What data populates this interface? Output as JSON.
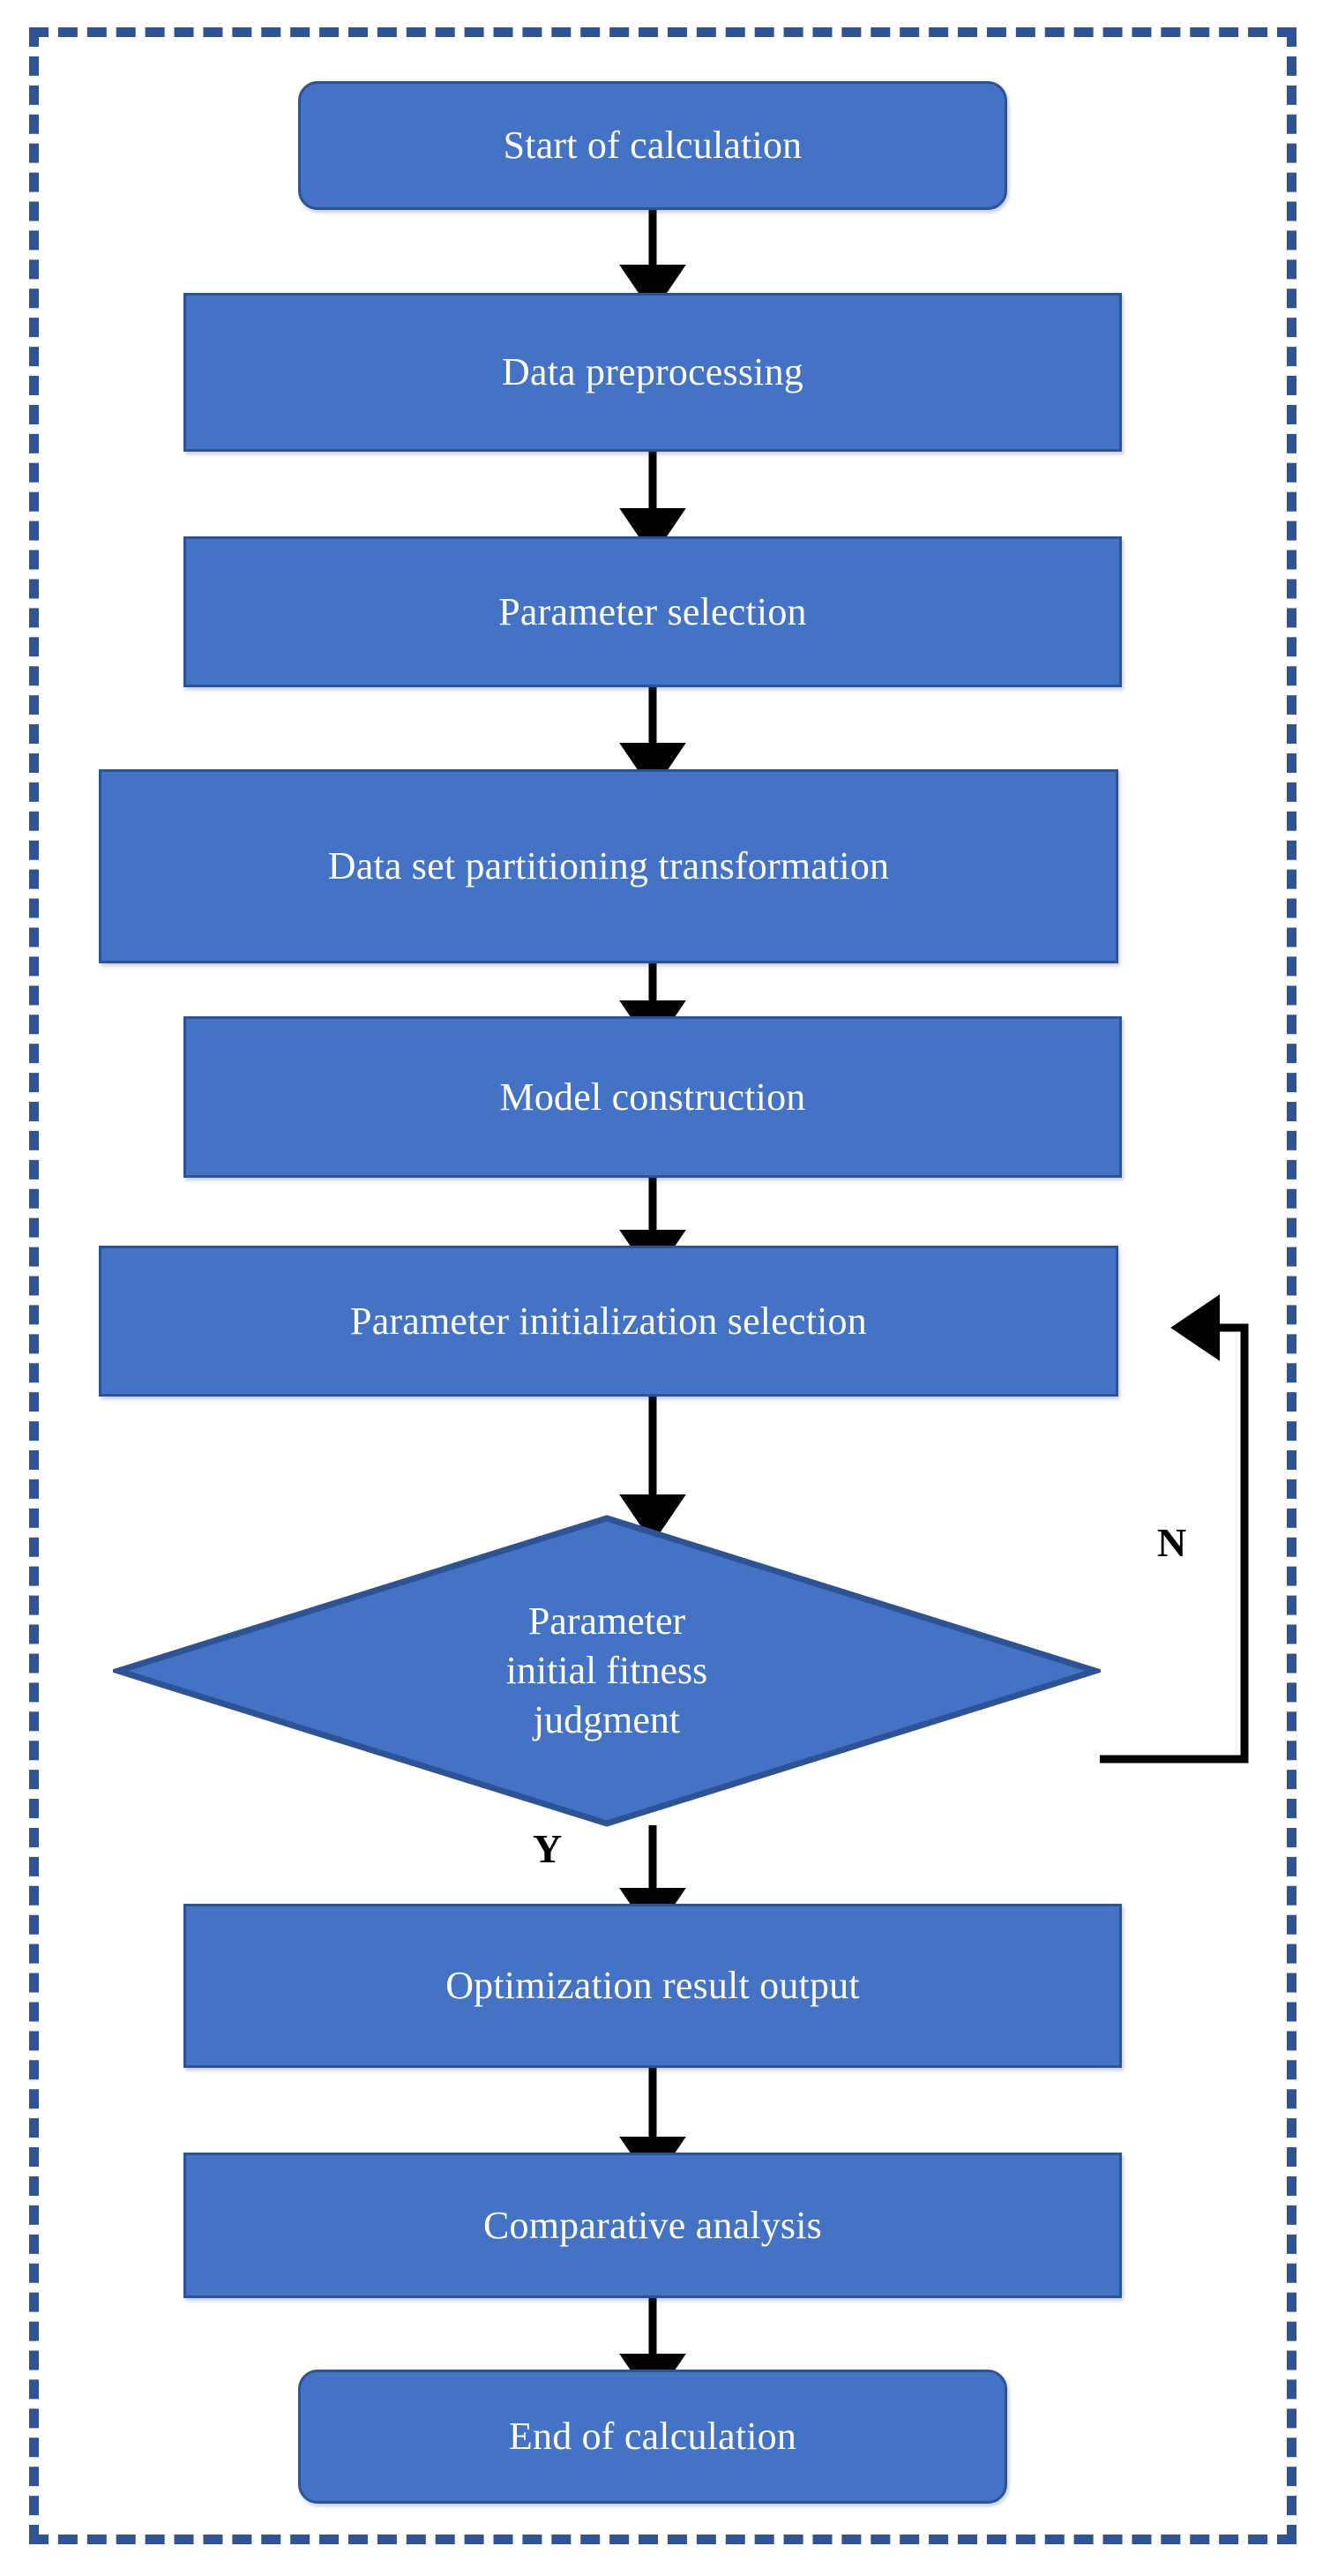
{
  "diagram": {
    "type": "flowchart",
    "title": "",
    "orientation": "top-to-bottom",
    "colors": {
      "node_fill": "#4472C4",
      "node_border": "#2E5395",
      "node_text": "#FFFFFF",
      "frame_dashed": "#2F5496",
      "connector": "#000000",
      "background": "#FFFFFF"
    },
    "nodes": [
      {
        "id": "start",
        "shape": "terminator",
        "label": "Start of calculation"
      },
      {
        "id": "preprocess",
        "shape": "process",
        "label": "Data preprocessing"
      },
      {
        "id": "paramsel",
        "shape": "process",
        "label": "Parameter selection"
      },
      {
        "id": "partition",
        "shape": "process",
        "label": "Data set partitioning transformation"
      },
      {
        "id": "model",
        "shape": "process",
        "label": "Model construction"
      },
      {
        "id": "paraminit",
        "shape": "process",
        "label": "Parameter initialization selection"
      },
      {
        "id": "judgment",
        "shape": "decision",
        "label": "Parameter\ninitial fitness\njudgment"
      },
      {
        "id": "optout",
        "shape": "process",
        "label": "Optimization result output"
      },
      {
        "id": "compare",
        "shape": "process",
        "label": "Comparative analysis"
      },
      {
        "id": "end",
        "shape": "terminator",
        "label": "End of calculation"
      }
    ],
    "edges": [
      {
        "from": "start",
        "to": "preprocess",
        "label": ""
      },
      {
        "from": "preprocess",
        "to": "paramsel",
        "label": ""
      },
      {
        "from": "paramsel",
        "to": "partition",
        "label": ""
      },
      {
        "from": "partition",
        "to": "model",
        "label": ""
      },
      {
        "from": "model",
        "to": "paraminit",
        "label": ""
      },
      {
        "from": "paraminit",
        "to": "judgment",
        "label": ""
      },
      {
        "from": "judgment",
        "to": "optout",
        "label": "Y"
      },
      {
        "from": "judgment",
        "to": "paraminit",
        "label": "N"
      },
      {
        "from": "optout",
        "to": "compare",
        "label": ""
      },
      {
        "from": "compare",
        "to": "end",
        "label": ""
      }
    ],
    "branch_labels": {
      "yes": "Y",
      "no": "N"
    }
  }
}
